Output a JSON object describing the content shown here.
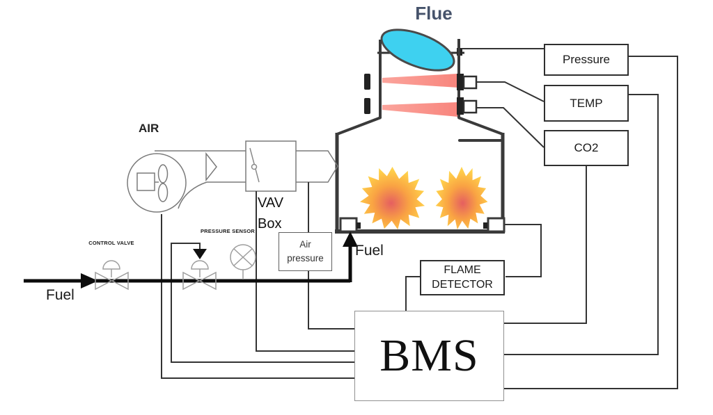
{
  "labels": {
    "flue": "Flue",
    "air": "AIR",
    "vav_line1": "VAV",
    "vav_line2": "Box",
    "control_valve": "CONTROL VALVE",
    "pressure_sensor": "PRESSURE SENSOR",
    "fuel_supply": "Fuel",
    "fuel_burner": "Fuel"
  },
  "boxes": {
    "pressure": "Pressure",
    "temp": "TEMP",
    "co2": "CO2",
    "flame_detector_line1": "FLAME",
    "flame_detector_line2": "DETECTOR",
    "air_pressure_line1": "Air",
    "air_pressure_line2": "pressure",
    "bms": "BMS"
  },
  "colors": {
    "damper_fill": "#3ed1f0",
    "damper_outline": "#4a4a4a",
    "beam": "#f8857d",
    "flame_core": "#e55f60",
    "flame_mid": "#f9a343",
    "flame_outer": "#ffe063",
    "flue_label": "#46536b",
    "line": "#333333",
    "wall": "#3a3a3a",
    "equipment_outline": "#7a7a7a"
  }
}
